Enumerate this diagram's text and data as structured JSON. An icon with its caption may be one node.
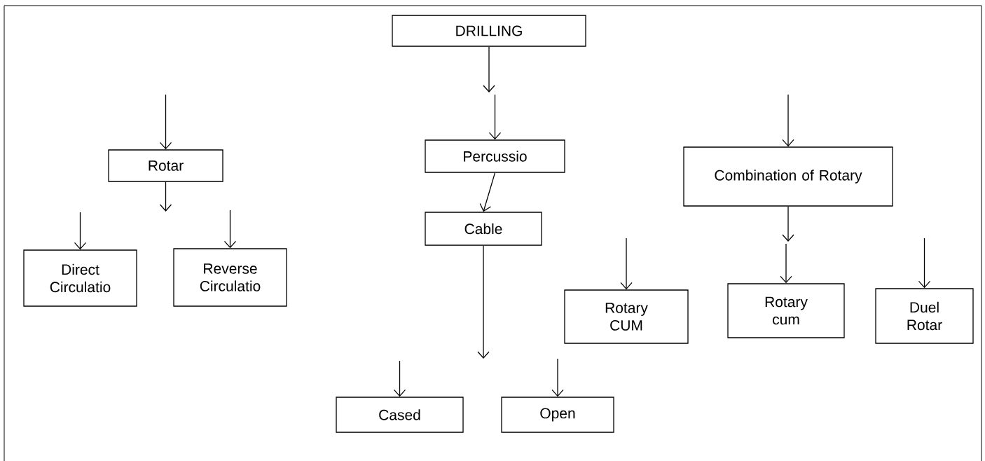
{
  "diagram": {
    "nodes": [
      {
        "text": [
          "DRILLING"
        ]
      },
      {
        "text": [
          "Rotar"
        ]
      },
      {
        "text": [
          "Percussio"
        ]
      },
      {
        "text": [
          "Combination of Rotary"
        ]
      },
      {
        "text": [
          "Cable"
        ]
      },
      {
        "text": [
          "Direct Circulatio"
        ]
      },
      {
        "text": [
          "Reverse Circulatio"
        ]
      },
      {
        "text": [
          "Rotary CUM"
        ]
      },
      {
        "text": [
          "Rotary cum"
        ]
      },
      {
        "text": [
          "Duel Rotar"
        ]
      },
      {
        "text": [
          "Cased"
        ]
      },
      {
        "text": [
          "Open"
        ]
      }
    ],
    "edges": [
      {
        "from": 0,
        "to": null,
        "arrow": "to"
      },
      {
        "from": null,
        "to": 2,
        "arrow": "to"
      },
      {
        "from": null,
        "to": 1,
        "arrow": "to"
      },
      {
        "from": 1,
        "to": null,
        "arrow": "to"
      },
      {
        "from": null,
        "to": 5,
        "arrow": "to"
      },
      {
        "from": null,
        "to": 6,
        "arrow": "to"
      },
      {
        "from": null,
        "to": 3,
        "arrow": "to"
      },
      {
        "from": 2,
        "to": 4,
        "arrow": "to"
      },
      {
        "from": 4,
        "to": null,
        "arrow": "to"
      },
      {
        "from": null,
        "to": 10,
        "arrow": "to"
      },
      {
        "from": null,
        "to": 11,
        "arrow": "to"
      },
      {
        "from": null,
        "to": 7,
        "arrow": "to"
      },
      {
        "from": 3,
        "to": null,
        "arrow": "to"
      },
      {
        "from": null,
        "to": 8,
        "arrow": "to"
      },
      {
        "from": null,
        "to": 9,
        "arrow": "to"
      }
    ]
  }
}
